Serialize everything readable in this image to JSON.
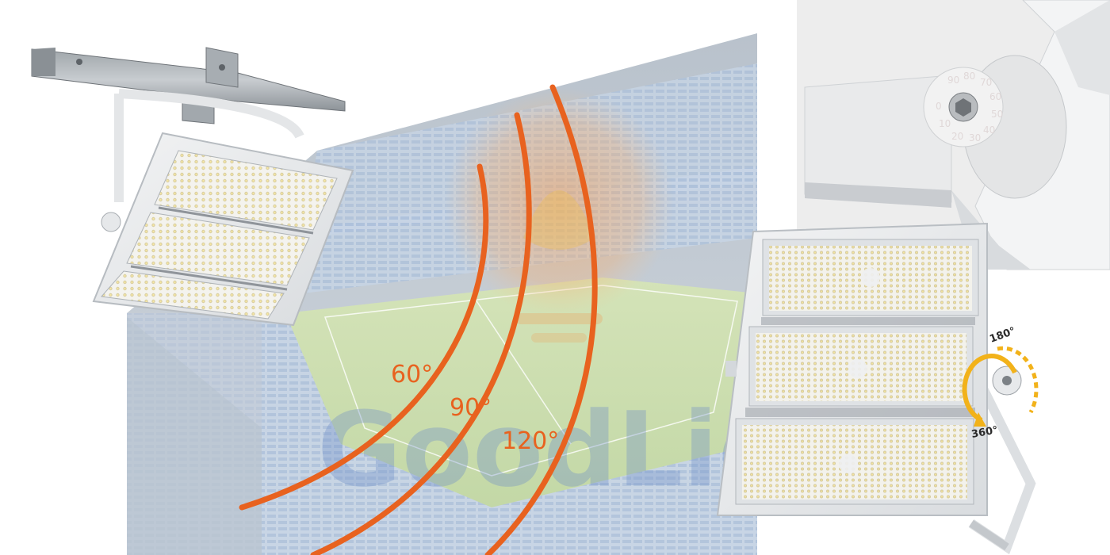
{
  "scene": {
    "beam_angles": [
      {
        "label": "60°",
        "color": "#e8621f"
      },
      {
        "label": "90°",
        "color": "#e8621f"
      },
      {
        "label": "120°",
        "color": "#e8621f"
      }
    ],
    "watermark": {
      "text": "GoodLight",
      "color": "#6f8fc9"
    },
    "rotation": {
      "label_top": "180°",
      "label_bottom": "360°",
      "arrow_color": "#f2b21a"
    },
    "dial_marks": [
      "90",
      "80",
      "70",
      "60",
      "50",
      "40",
      "30",
      "20",
      "10",
      "0"
    ]
  }
}
